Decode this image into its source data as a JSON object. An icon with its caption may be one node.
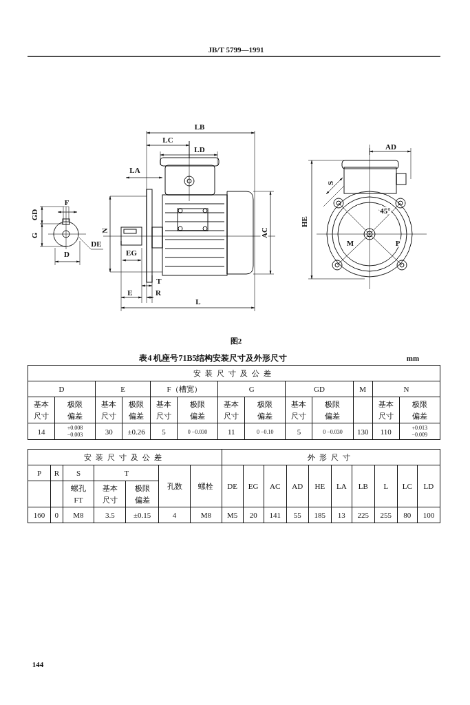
{
  "diagram": {
    "title": "表4 机座号71B5结构安装尺寸及外形尺寸",
    "labels": [
      "JB/T 5799—1991",
      "LB",
      "LC",
      "LD",
      "LA",
      "F",
      "GD",
      "G",
      "N",
      "DE",
      "D",
      "EG",
      "AC",
      "T",
      "E",
      "R",
      "L",
      "AD",
      "S",
      "HE",
      "45°",
      "M",
      "P",
      "图2",
      "mm",
      "安装尺寸及公差",
      "D",
      "E",
      "F（槽宽）",
      "G",
      "GD",
      "M",
      "N",
      "基本尺寸",
      "极限偏差",
      "基本尺寸",
      "极限偏差",
      "基本尺寸",
      "极限偏差",
      "基本尺寸",
      "极限偏差",
      "基本尺寸",
      "极限偏差",
      "基本尺寸",
      "极限偏差",
      "14",
      "+0.008 −0.003",
      "30",
      "±0.26",
      "5",
      "0 −0.030",
      "11",
      "0 −0.10",
      "5",
      "0 −0.030",
      "130",
      "110",
      "+0.013 −0.009",
      "安装尺寸及公差",
      "外形尺寸",
      "P",
      "R",
      "S",
      "T",
      "孔数",
      "螺栓",
      "DE",
      "EG",
      "AC",
      "AD",
      "HE",
      "LA",
      "LB",
      "L",
      "LC",
      "LD",
      "螺孔 FT",
      "基本尺寸",
      "极限偏差",
      "160",
      "0",
      "M8",
      "3.5",
      "±0.15",
      "4",
      "M8",
      "M5",
      "20",
      "141",
      "55",
      "185",
      "13",
      "225",
      "255",
      "80",
      "100",
      "144"
    ]
  }
}
